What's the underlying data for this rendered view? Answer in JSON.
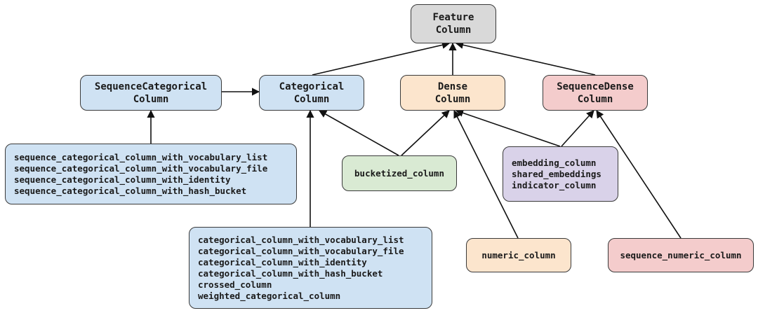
{
  "nodes": {
    "feature_column": {
      "label": "Feature\nColumn"
    },
    "sequence_categorical_column": {
      "label": "SequenceCategorical\nColumn"
    },
    "categorical_column": {
      "label": "Categorical\nColumn"
    },
    "dense_column": {
      "label": "Dense\nColumn"
    },
    "sequence_dense_column": {
      "label": "SequenceDense\nColumn"
    },
    "sequence_categorical_functions": {
      "items": [
        "sequence_categorical_column_with_vocabulary_list",
        "sequence_categorical_column_with_vocabulary_file",
        "sequence_categorical_column_with_identity",
        "sequence_categorical_column_with_hash_bucket"
      ]
    },
    "bucketized_column": {
      "label": "bucketized_column"
    },
    "embedding_group": {
      "items": [
        "embedding_column",
        "shared_embeddings",
        "indicator_column"
      ]
    },
    "categorical_functions": {
      "items": [
        "categorical_column_with_vocabulary_list",
        "categorical_column_with_vocabulary_file",
        "categorical_column_with_identity",
        "categorical_column_with_hash_bucket",
        "crossed_column",
        "weighted_categorical_column"
      ]
    },
    "numeric_column": {
      "label": "numeric_column"
    },
    "sequence_numeric_column": {
      "label": "sequence_numeric_column"
    }
  },
  "edges": [
    {
      "from": "categorical_column",
      "to": "feature_column"
    },
    {
      "from": "dense_column",
      "to": "feature_column"
    },
    {
      "from": "sequence_dense_column",
      "to": "feature_column"
    },
    {
      "from": "sequence_categorical_column",
      "to": "categorical_column"
    },
    {
      "from": "sequence_categorical_functions",
      "to": "sequence_categorical_column"
    },
    {
      "from": "categorical_functions",
      "to": "categorical_column"
    },
    {
      "from": "bucketized_column",
      "to": "categorical_column"
    },
    {
      "from": "bucketized_column",
      "to": "dense_column"
    },
    {
      "from": "embedding_group",
      "to": "dense_column"
    },
    {
      "from": "embedding_group",
      "to": "sequence_dense_column"
    },
    {
      "from": "numeric_column",
      "to": "dense_column"
    },
    {
      "from": "sequence_numeric_column",
      "to": "sequence_dense_column"
    }
  ],
  "colors": {
    "gray": "#d9d9d9",
    "blue": "#cfe2f3",
    "orange": "#fce5cd",
    "red": "#f4cccc",
    "green": "#d9ead3",
    "purple": "#d9d2e9",
    "edge": "#111111"
  }
}
